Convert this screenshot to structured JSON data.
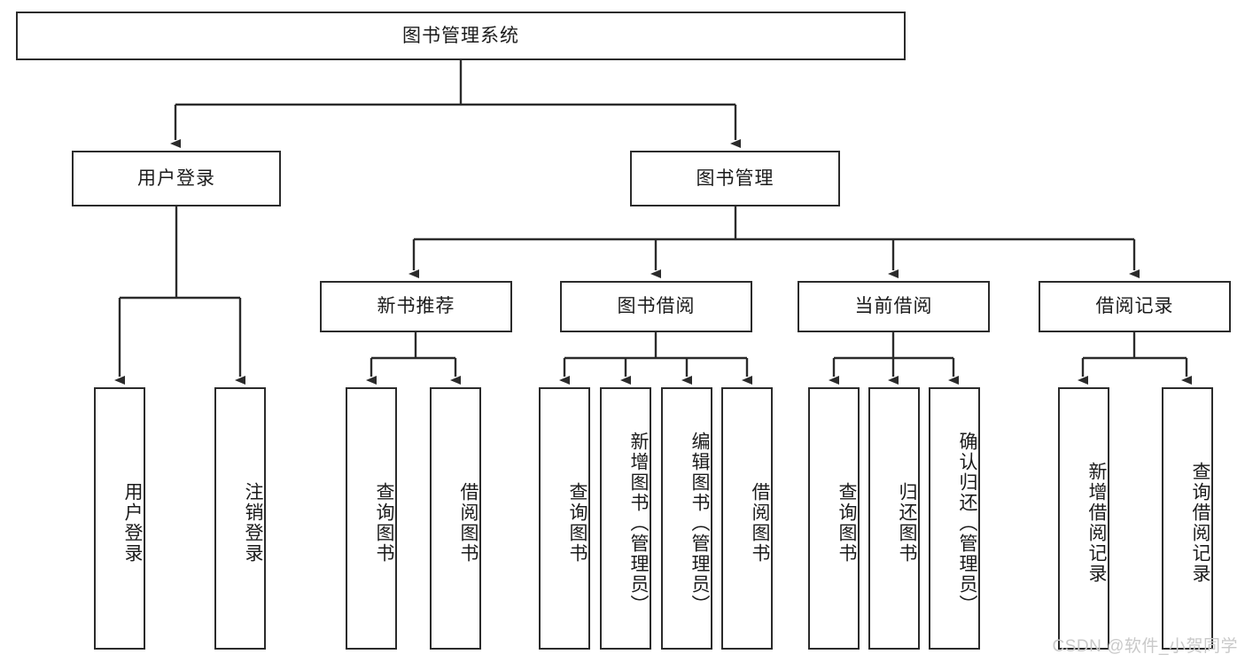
{
  "diagram": {
    "type": "tree-hierarchy",
    "title": "图书管理系统",
    "watermark": "CSDN @软件_小贺同学",
    "colors": {
      "box_border": "#2b2b2b",
      "box_fill": "#ffffff",
      "edge": "#333333",
      "text": "#1b1b1b",
      "watermark": "#c9c9c9",
      "background": "#ffffff"
    },
    "levels": {
      "root": {
        "label": "图书管理系统"
      },
      "level2": [
        {
          "label": "用户登录"
        },
        {
          "label": "图书管理"
        }
      ],
      "level3": [
        {
          "label": "新书推荐"
        },
        {
          "label": "图书借阅"
        },
        {
          "label": "当前借阅"
        },
        {
          "label": "借阅记录"
        }
      ],
      "leaves": {
        "user_login": [
          {
            "label": "用户登录"
          },
          {
            "label": "注销登录"
          }
        ],
        "new_book_recommend": [
          {
            "label": "查询图书"
          },
          {
            "label": "借阅图书"
          }
        ],
        "book_borrow": [
          {
            "label": "查询图书"
          },
          {
            "label": "新增图书（管理员）"
          },
          {
            "label": "编辑图书（管理员）"
          },
          {
            "label": "借阅图书"
          }
        ],
        "current_borrow": [
          {
            "label": "查询图书"
          },
          {
            "label": "归还图书"
          },
          {
            "label": "确认归还（管理员）"
          }
        ],
        "borrow_records": [
          {
            "label": "新增借阅记录"
          },
          {
            "label": "查询借阅记录"
          }
        ]
      }
    }
  }
}
